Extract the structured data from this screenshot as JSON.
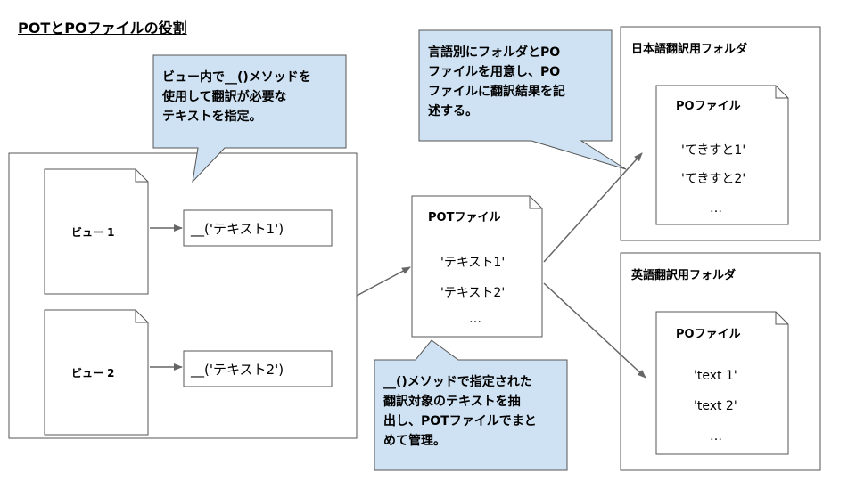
{
  "title": "POTとPOファイルの役割",
  "callouts": {
    "top_left": "ビュー内で__()メソッドを\n使用して翻訳が必要な\nテキストを指定。",
    "top_mid": "言語別にフォルダとPO\nファイルを用意し、PO\nファイルに翻訳結果を記\n述する。",
    "bottom_mid": "__()メソッドで指定された\n翻訳対象のテキストを抽\n出し、POTファイルでまと\nめて管理。"
  },
  "views": [
    {
      "label": "ビュー 1",
      "code": "__('テキスト1')"
    },
    {
      "label": "ビュー 2",
      "code": "__('テキスト2')"
    }
  ],
  "pot": {
    "title": "POTファイル",
    "items": [
      "'テキスト1'",
      "'テキスト2'",
      "…"
    ]
  },
  "folders": [
    {
      "title": "日本語翻訳用フォルダ",
      "file_title": "POファイル",
      "items": [
        "'てきすと1'",
        "'てきすと2'",
        "…"
      ]
    },
    {
      "title": "英語翻訳用フォルダ",
      "file_title": "POファイル",
      "items": [
        "'text 1'",
        "'text 2'",
        "…"
      ]
    }
  ],
  "colors": {
    "callout_fill": "#cfe2f3",
    "border": "#555555",
    "arrow": "#666666"
  }
}
